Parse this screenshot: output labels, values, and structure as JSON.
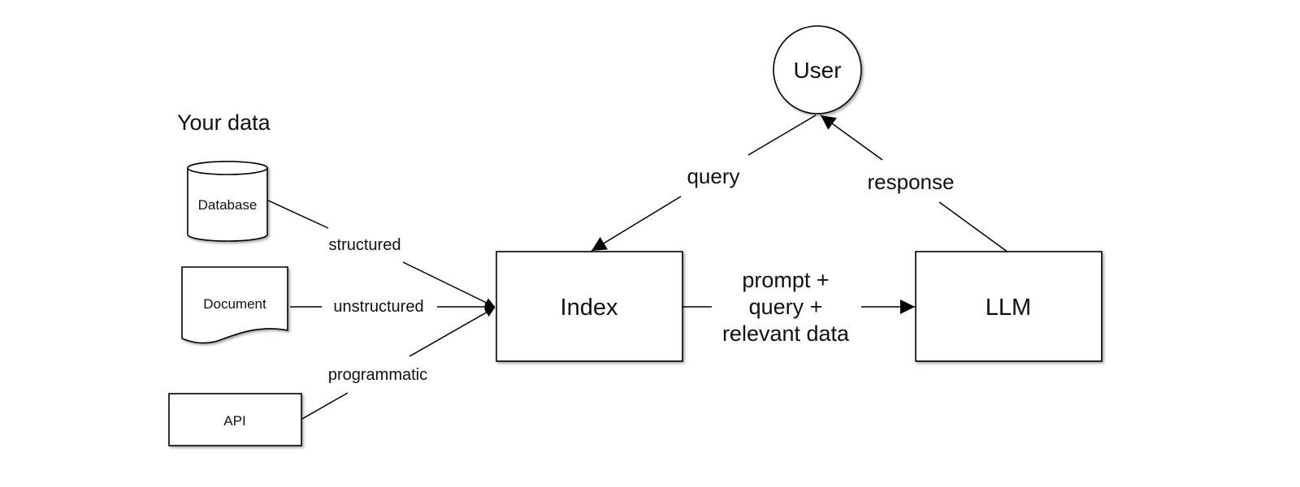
{
  "section_title": "Your data",
  "sources": {
    "database": "Database",
    "document": "Document",
    "api": "API"
  },
  "edges": {
    "structured": "structured",
    "unstructured": "unstructured",
    "programmatic": "programmatic",
    "query": "query",
    "response": "response",
    "prompt_lines": [
      "prompt +",
      "query +",
      "relevant data"
    ]
  },
  "nodes": {
    "index": "Index",
    "llm": "LLM",
    "user": "User"
  }
}
